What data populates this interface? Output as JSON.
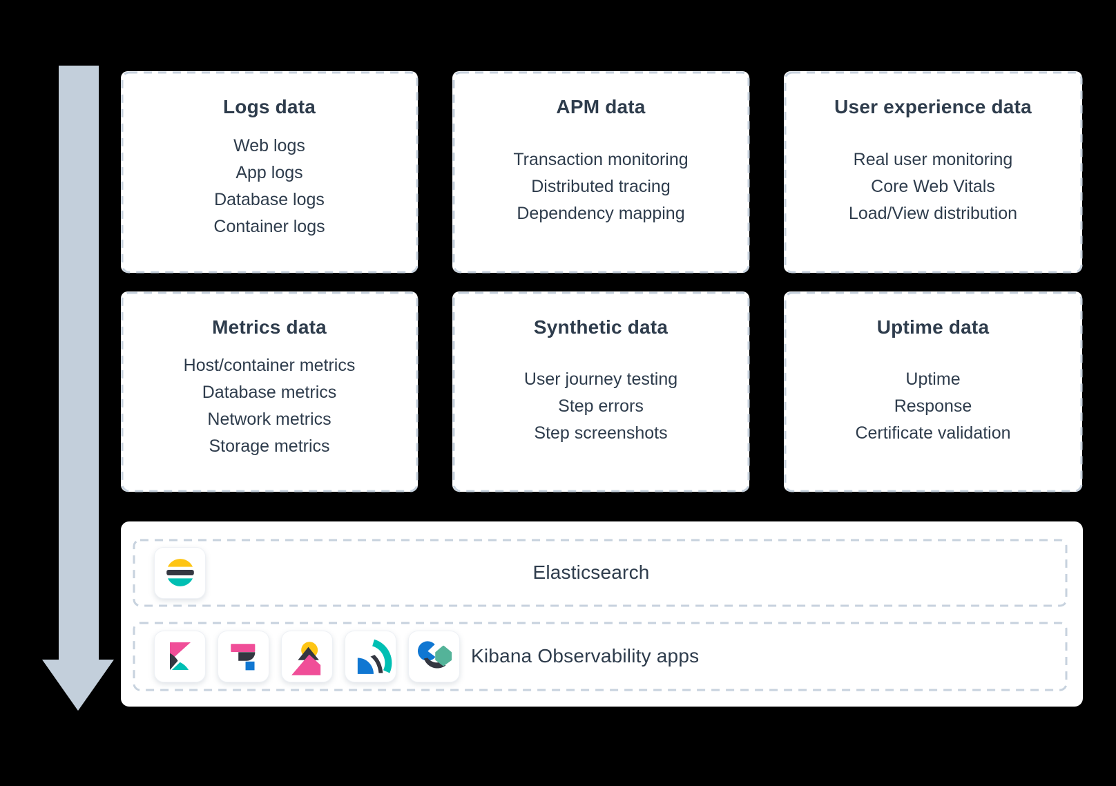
{
  "colors": {
    "background": "#000000",
    "card_bg": "#ffffff",
    "dash_border": "#c7d2de",
    "text": "#2e3c4c",
    "arrow": "#c3cfdb",
    "pink": "#F04E98",
    "teal": "#00BFB3",
    "mint": "#54B399",
    "yellow": "#FEC514",
    "dark": "#343741",
    "blue": "#1077d2"
  },
  "flow_arrow": {
    "direction": "down"
  },
  "cards": [
    {
      "title": "Logs data",
      "items": [
        "Web logs",
        "App logs",
        "Database logs",
        "Container logs"
      ]
    },
    {
      "title": "APM data",
      "items": [
        "Transaction monitoring",
        "Distributed tracing",
        "Dependency mapping"
      ]
    },
    {
      "title": "User experience data",
      "items": [
        "Real user monitoring",
        "Core Web Vitals",
        "Load/View distribution"
      ]
    },
    {
      "title": "Metrics data",
      "items": [
        "Host/container metrics",
        "Database metrics",
        "Network metrics",
        "Storage metrics"
      ]
    },
    {
      "title": "Synthetic data",
      "items": [
        "User journey testing",
        "Step errors",
        "Step screenshots"
      ]
    },
    {
      "title": "Uptime data",
      "items": [
        "Uptime",
        "Response",
        "Certificate validation"
      ]
    }
  ],
  "platform_box": {
    "elasticsearch": {
      "label": "Elasticsearch",
      "icon": "elasticsearch-logo"
    },
    "kibana": {
      "label": "Kibana Observability apps",
      "icons": [
        "kibana-logo",
        "logs-app-logo",
        "metrics-app-logo",
        "apm-app-logo",
        "uptime-app-logo"
      ]
    }
  }
}
